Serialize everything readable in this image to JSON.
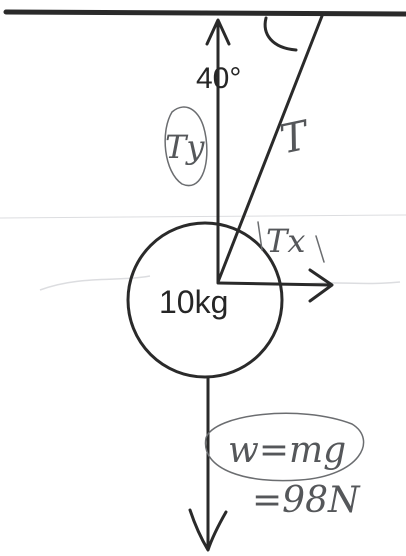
{
  "diagram": {
    "angle_label": "40°",
    "mass_label": "10kg",
    "tension_label": "T",
    "tension_x_label": "Tx",
    "tension_y_label": "Ty",
    "weight_label": "w=mg",
    "weight_value": "=98N"
  },
  "colors": {
    "ink": "#2a2a2a",
    "pencil": "#6b6d70",
    "paper": "#ffffff"
  }
}
